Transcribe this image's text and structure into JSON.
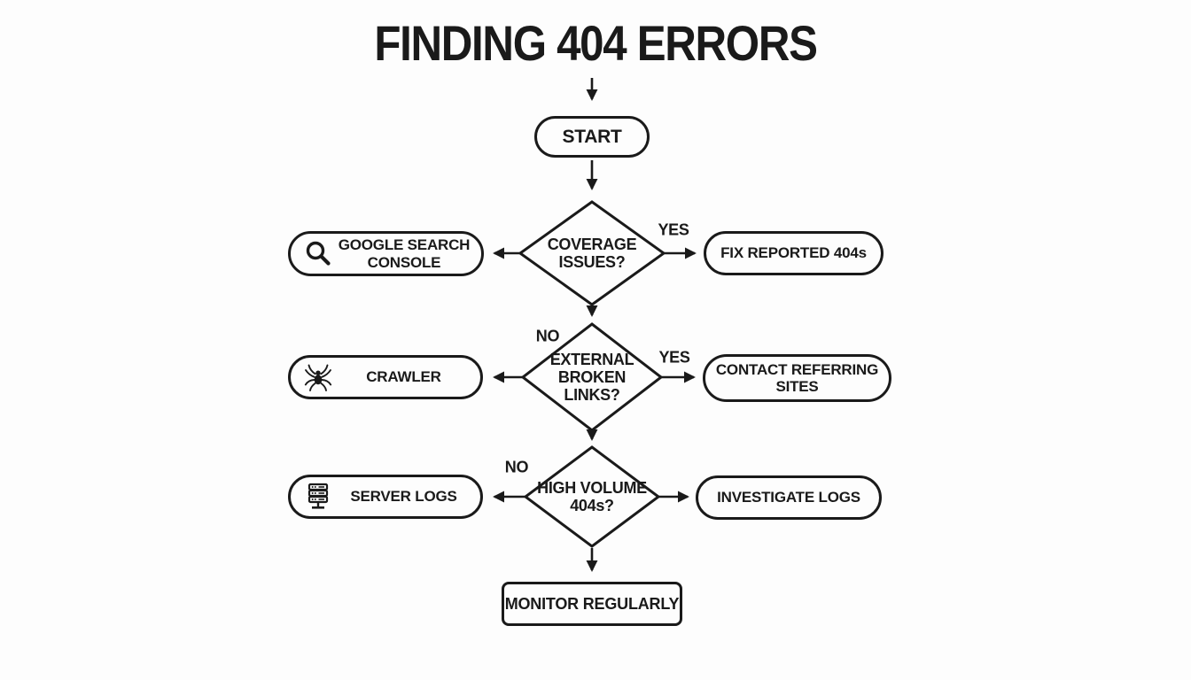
{
  "colors": {
    "ink": "#1a1a1a",
    "paper": "#fdfdfd"
  },
  "title": "FINDING 404 ERRORS",
  "start_label": "START",
  "decisions": [
    {
      "lines": [
        "COVERAGE",
        "ISSUES?"
      ]
    },
    {
      "lines": [
        "EXTERNAL",
        "BROKEN",
        "LINKS?"
      ]
    },
    {
      "lines": [
        "HIGH VOLUME",
        "404s?"
      ]
    }
  ],
  "tools": [
    {
      "icon": "magnifier-icon",
      "lines": [
        "GOOGLE SEARCH",
        "CONSOLE"
      ]
    },
    {
      "icon": "spider-icon",
      "lines": [
        "CRAWLER"
      ]
    },
    {
      "icon": "server-icon",
      "lines": [
        "SERVER LOGS"
      ]
    }
  ],
  "actions": [
    {
      "lines": [
        "FIX REPORTED 404s"
      ]
    },
    {
      "lines": [
        "CONTACT REFERRING",
        "SITES"
      ]
    },
    {
      "lines": [
        "INVESTIGATE LOGS"
      ]
    }
  ],
  "edge_labels": {
    "yes1": "YES",
    "yes2": "YES",
    "no1": "NO",
    "no2": "NO"
  },
  "end_label": "MONITOR REGULARLY"
}
